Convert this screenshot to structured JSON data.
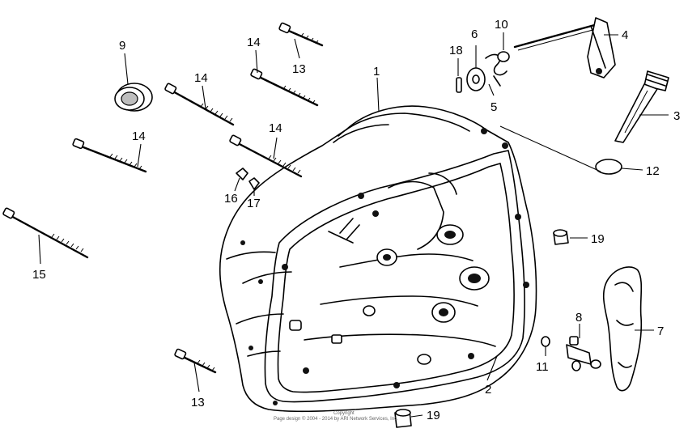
{
  "callouts": {
    "c1": "1",
    "c2": "2",
    "c3": "3",
    "c4": "4",
    "c5": "5",
    "c6": "6",
    "c7": "7",
    "c8": "8",
    "c9": "9",
    "c10": "10",
    "c11": "11",
    "c12": "12",
    "c13a": "13",
    "c13b": "13",
    "c14a": "14",
    "c14b": "14",
    "c14c": "14",
    "c14d": "14",
    "c15": "15",
    "c16": "16",
    "c17": "17",
    "c18": "18",
    "c19a": "19",
    "c19b": "19"
  },
  "watermark": {
    "line1": "Copyright",
    "line2": "Page design © 2004 - 2014 by ARI Network Services, Inc."
  }
}
